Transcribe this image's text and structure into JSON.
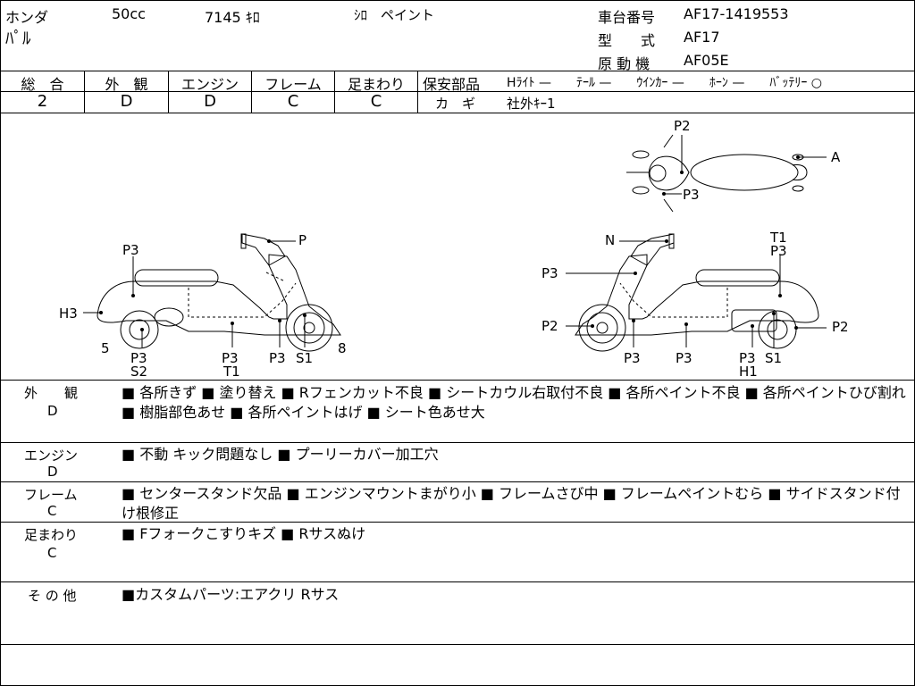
{
  "header": {
    "maker": "ホンダ",
    "displacement": "50cc",
    "mileage": "7145 ｷﾛ",
    "color": "ｼﾛ　ペイント",
    "model_name": "ﾊﾟﾙ",
    "frame_no_label": "車台番号",
    "frame_no": "AF17-1419553",
    "type_label": "型　　式",
    "type": "AF17",
    "engine_label": "原 動 機",
    "engine": "AF05E"
  },
  "grades": {
    "headers": [
      "総　合",
      "外　観",
      "エンジン",
      "フレーム",
      "足まわり"
    ],
    "values": [
      "2",
      "D",
      "D",
      "C",
      "C"
    ]
  },
  "safety": {
    "label": "保安部品",
    "items": "Hﾗｲﾄ —　　ﾃｰﾙ —　　ｳｲﾝｶｰ —　　ﾎｰﾝ —　　ﾊﾞｯﾃﾘｰ ○",
    "key_label": "カ　ギ",
    "key_value": "社外ｷｰ1"
  },
  "diagram_labels": {
    "top_p2": "P2",
    "top_a": "A",
    "top_p3": "P3",
    "l_p3_top": "P3",
    "l_p": "P",
    "l_h3": "H3",
    "l_5": "5",
    "l_8": "8",
    "l_p3_wheel": "P3",
    "l_s2": "S2",
    "l_p3_mid": "P3",
    "l_t1": "T1",
    "l_p3_r": "P3",
    "l_s1": "S1",
    "r_n": "N",
    "r_t1": "T1",
    "r_p3_top": "P3",
    "r_p3_front": "P3",
    "r_p2_l": "P2",
    "r_p2_r": "P2",
    "r_p3_b1": "P3",
    "r_p3_b2": "P3",
    "r_p3_b3": "P3",
    "r_h1": "H1",
    "r_s1": "S1"
  },
  "notes": [
    {
      "label": "外　　観",
      "grade": "D",
      "text": "■ 各所きず ■ 塗り替え ■ Rフェンカット不良 ■ シートカウル右取付不良 ■ 各所ペイント不良 ■ 各所ペイントひび割れ ■ 樹脂部色あせ ■ 各所ペイントはげ ■ シート色あせ大"
    },
    {
      "label": "エンジン",
      "grade": "D",
      "text": "■ 不動 キック問題なし ■ プーリーカバー加工穴"
    },
    {
      "label": "フレーム",
      "grade": "C",
      "text": "■ センタースタンド欠品 ■ エンジンマウントまがり小 ■ フレームさび中 ■ フレームペイントむら ■ サイドスタンド付け根修正"
    },
    {
      "label": "足まわり",
      "grade": "C",
      "text": "■ Fフォークこすりキズ ■ Rサスぬけ"
    },
    {
      "label": "そ の 他",
      "grade": "",
      "text": "■カスタムパーツ:エアクリ Rサス"
    }
  ]
}
